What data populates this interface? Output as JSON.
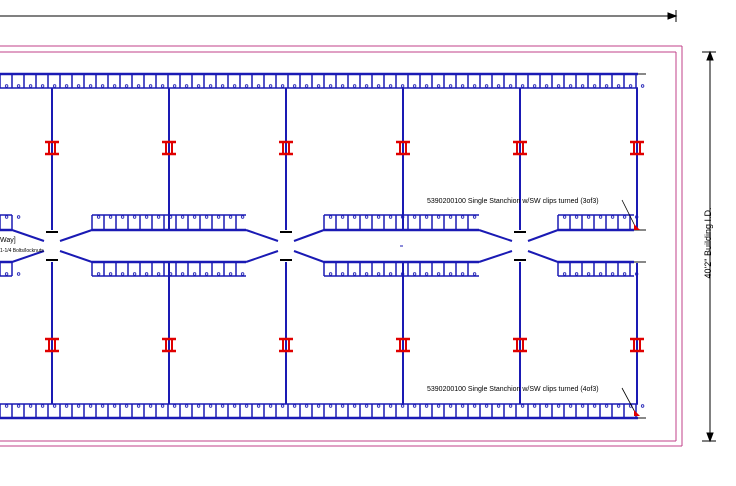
{
  "labels": {
    "stanchion_note_top": "5390200100 Single Stanchion w/SW clips turned (3of3)",
    "stanchion_note_bottom": "5390200100 Single Stanchion w/SW clips turned (4of3)",
    "left_partial_1": "Way]",
    "left_partial_2": "1-1/4 Bolts/locknuts",
    "building_dimension": "40'2\" Building I.D."
  },
  "colors": {
    "structure": "#1a1ab4",
    "stanchion": "#e00000",
    "outline": "#c0408a",
    "dimension": "#000000",
    "rail_end": "#888888"
  }
}
